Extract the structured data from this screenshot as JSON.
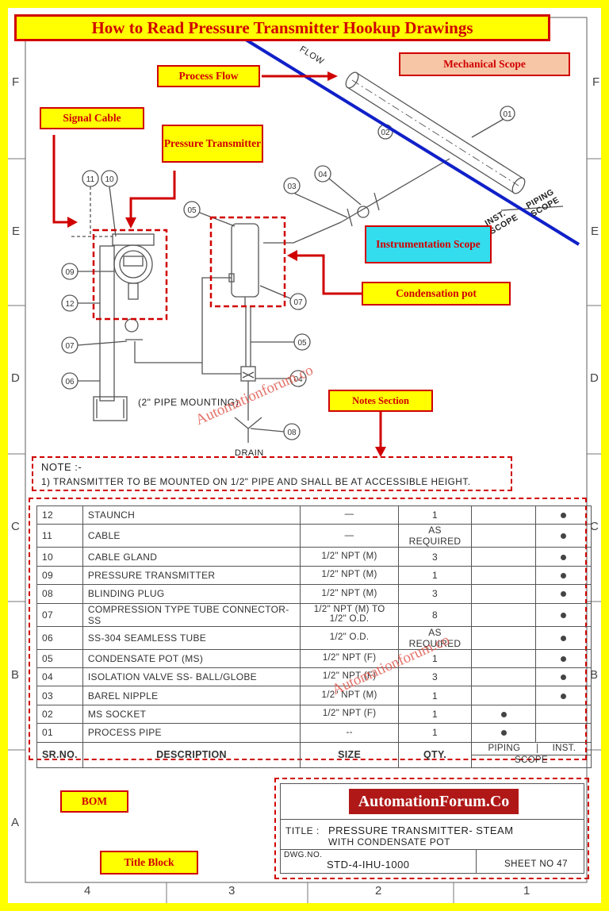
{
  "title": "How to Read Pressure Transmitter Hookup Drawings",
  "callouts": {
    "process_flow": "Process Flow",
    "mechanical_scope": "Mechanical Scope",
    "signal_cable": "Signal Cable",
    "pressure_transmitter": "Pressure Transmitter",
    "instrumentation_scope": "Instrumentation Scope",
    "condensation_pot": "Condensation pot",
    "notes_section": "Notes Section",
    "bom": "BOM",
    "title_block": "Title Block"
  },
  "zones": {
    "rows": [
      "F",
      "E",
      "D",
      "C",
      "B",
      "A"
    ],
    "cols": [
      "4",
      "3",
      "2",
      "1"
    ]
  },
  "drawing": {
    "flow_text": "FLOW",
    "scope_left": "INST. SCOPE",
    "scope_right": "PIPING SCOPE",
    "pipe_mounting": "(2\" PIPE MOUNTING)",
    "drain": "DRAIN",
    "item_labels": [
      "01",
      "02",
      "03",
      "04",
      "05",
      "06",
      "07",
      "08",
      "09",
      "10",
      "11",
      "12"
    ]
  },
  "notes": {
    "heading": "NOTE :-",
    "line1": "1) TRANSMITTER TO BE MOUNTED ON 1/2\" PIPE AND SHALL BE AT ACCESSIBLE HEIGHT."
  },
  "bom": {
    "rows": [
      {
        "no": "12",
        "desc": "STAUNCH",
        "size": "—",
        "qty": "1",
        "piping": false,
        "inst": true
      },
      {
        "no": "11",
        "desc": "CABLE",
        "size": "—",
        "qty": "AS REQUIRED",
        "piping": false,
        "inst": true
      },
      {
        "no": "10",
        "desc": "CABLE GLAND",
        "size": "1/2\" NPT (M)",
        "qty": "3",
        "piping": false,
        "inst": true
      },
      {
        "no": "09",
        "desc": "PRESSURE TRANSMITTER",
        "size": "1/2\" NPT (M)",
        "qty": "1",
        "piping": false,
        "inst": true
      },
      {
        "no": "08",
        "desc": "BLINDING PLUG",
        "size": "1/2\" NPT (M)",
        "qty": "3",
        "piping": false,
        "inst": true
      },
      {
        "no": "07",
        "desc": "COMPRESSION TYPE TUBE CONNECTOR-SS",
        "size": "1/2\" NPT (M) TO 1/2\" O.D.",
        "qty": "8",
        "piping": false,
        "inst": true
      },
      {
        "no": "06",
        "desc": "SS-304 SEAMLESS TUBE",
        "size": "1/2\" O.D.",
        "qty": "AS REQUIRED",
        "piping": false,
        "inst": true
      },
      {
        "no": "05",
        "desc": "CONDENSATE POT (MS)",
        "size": "1/2\" NPT (F)",
        "qty": "1",
        "piping": false,
        "inst": true
      },
      {
        "no": "04",
        "desc": "ISOLATION VALVE SS- BALL/GLOBE",
        "size": "1/2\" NPT (F)",
        "qty": "3",
        "piping": false,
        "inst": true
      },
      {
        "no": "03",
        "desc": "BAREL NIPPLE",
        "size": "1/2\" NPT (M)",
        "qty": "1",
        "piping": false,
        "inst": true
      },
      {
        "no": "02",
        "desc": "MS SOCKET",
        "size": "1/2\" NPT (F)",
        "qty": "1",
        "piping": true,
        "inst": false
      },
      {
        "no": "01",
        "desc": "PROCESS PIPE",
        "size": "--",
        "qty": "1",
        "piping": true,
        "inst": false
      }
    ],
    "headers": {
      "no": "SR.NO.",
      "desc": "DESCRIPTION",
      "size": "SIZE",
      "qty": "QTY.",
      "piping": "PIPING",
      "inst": "INST.",
      "scope": "SCOPE"
    }
  },
  "title_block": {
    "brand": "AutomationForum.Co",
    "title_label": "TITLE :",
    "title_line1": "PRESSURE TRANSMITTER- STEAM",
    "title_line2": "WITH CONDENSATE POT",
    "dwg_label": "DWG.NO.",
    "dwg_no": "STD-4-IHU-1000",
    "sheet": "SHEET NO 47"
  },
  "watermark": "Automationforum.co",
  "colors": {
    "accent": "#d00000",
    "highlight": "#ffff00",
    "instrument_box": "#33ddee",
    "mechanical_box": "#f7c6a6",
    "scope_line": "#1020c8"
  }
}
